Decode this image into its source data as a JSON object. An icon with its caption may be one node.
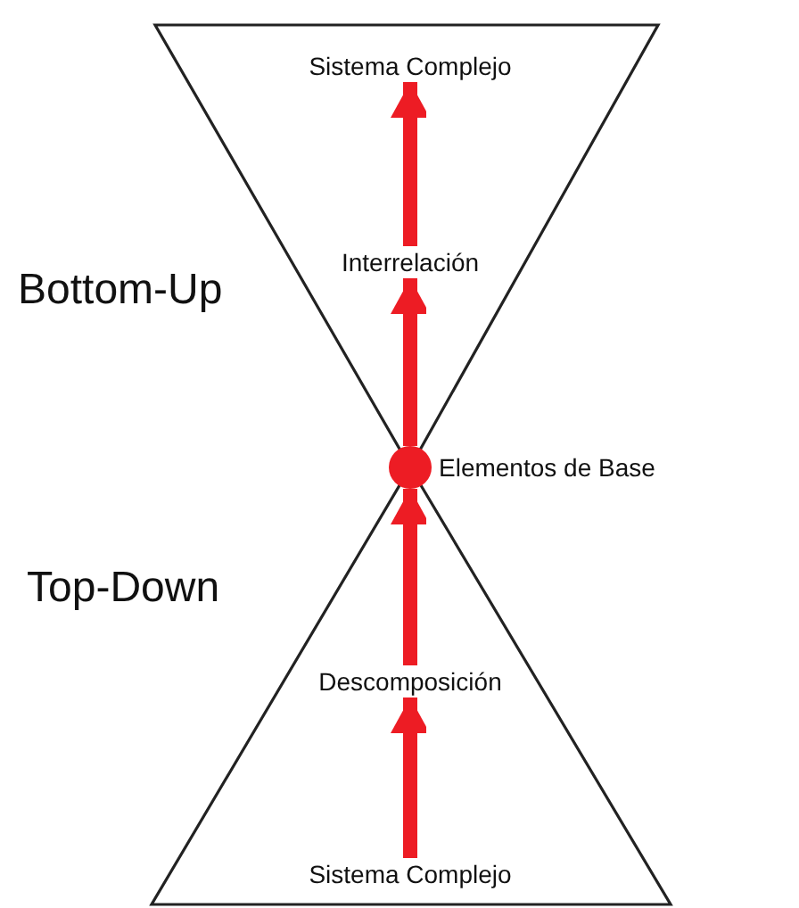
{
  "diagram": {
    "nodes": [
      {
        "text": [
          "Sistema Complejo"
        ]
      },
      {
        "text": [
          "Interrelación"
        ]
      },
      {
        "text": [],
        "shape": "circle",
        "beside": [
          "Elementos de Base"
        ]
      },
      {
        "text": [
          "Descomposición"
        ]
      },
      {
        "text": [
          "Sistema Complejo"
        ]
      }
    ],
    "edges": [
      {
        "from": 1,
        "to": 0,
        "arrow": "to"
      },
      {
        "from": 2,
        "to": 1,
        "arrow": "to"
      },
      {
        "from": 3,
        "to": 2,
        "arrow": "to"
      },
      {
        "from": 4,
        "to": 3,
        "arrow": "to"
      }
    ],
    "labels": [
      "Bottom-Up",
      "Top-Down"
    ]
  }
}
